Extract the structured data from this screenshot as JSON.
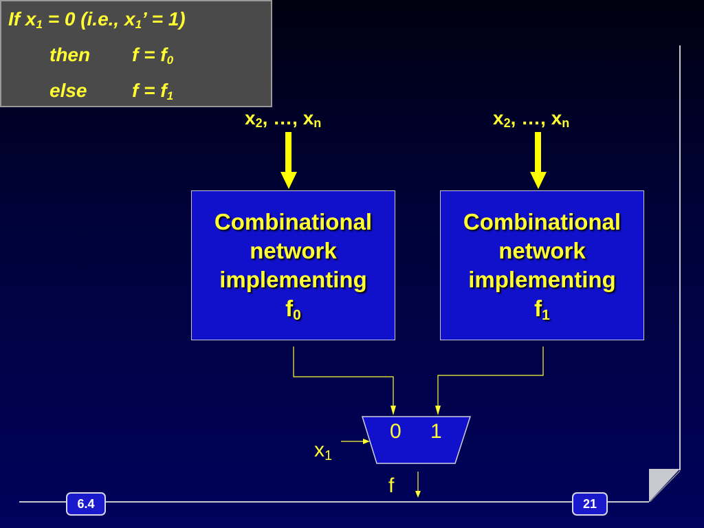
{
  "condition": {
    "if_text": "If x",
    "if_sub": "1",
    "if_mid": " = 0 (i.e., x",
    "if_sub2": "1",
    "if_end": "’ = 1)",
    "then_label": "then",
    "then_expr": "f = f",
    "then_sub": "0",
    "else_label": "else",
    "else_expr": "f = f",
    "else_sub": "1"
  },
  "inputs": {
    "left": {
      "x": "x",
      "s1": "2",
      "mid": ", …, x",
      "s2": "n"
    },
    "right": {
      "x": "x",
      "s1": "2",
      "mid": ", …, x",
      "s2": "n"
    }
  },
  "blocks": {
    "left": {
      "line1": "Combinational",
      "line2": "network",
      "line3": "implementing",
      "func": "f",
      "sub": "0"
    },
    "right": {
      "line1": "Combinational",
      "line2": "network",
      "line3": "implementing",
      "func": "f",
      "sub": "1"
    }
  },
  "mux": {
    "input0": "0",
    "input1": "1",
    "select": "x",
    "select_sub": "1",
    "output": "f"
  },
  "footer": {
    "section": "6.4",
    "page": "21"
  },
  "colors": {
    "accent_yellow": "#ffff33",
    "block_blue": "#1111cc",
    "condition_bg": "#4a4a4a"
  }
}
